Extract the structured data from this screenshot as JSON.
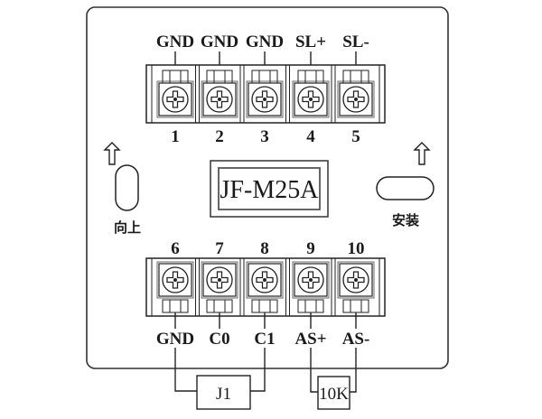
{
  "diagram": {
    "model_label": "JF-M25A",
    "left_hole_label": "向上",
    "right_hole_label": "安装",
    "top_terminals": [
      {
        "number": "1",
        "signal": "GND"
      },
      {
        "number": "2",
        "signal": "GND"
      },
      {
        "number": "3",
        "signal": "GND"
      },
      {
        "number": "4",
        "signal": "SL+"
      },
      {
        "number": "5",
        "signal": "SL-"
      }
    ],
    "bottom_terminals": [
      {
        "number": "6",
        "signal": "GND"
      },
      {
        "number": "7",
        "signal": "C0"
      },
      {
        "number": "8",
        "signal": "C1"
      },
      {
        "number": "9",
        "signal": "AS+"
      },
      {
        "number": "10",
        "signal": "AS-"
      }
    ],
    "components": [
      {
        "label": "J1",
        "connects": [
          "GND",
          "C1"
        ]
      },
      {
        "label": "10K",
        "connects": [
          "AS+",
          "AS-"
        ]
      }
    ],
    "arrows": [
      "up-arrow-left",
      "up-arrow-right"
    ]
  }
}
